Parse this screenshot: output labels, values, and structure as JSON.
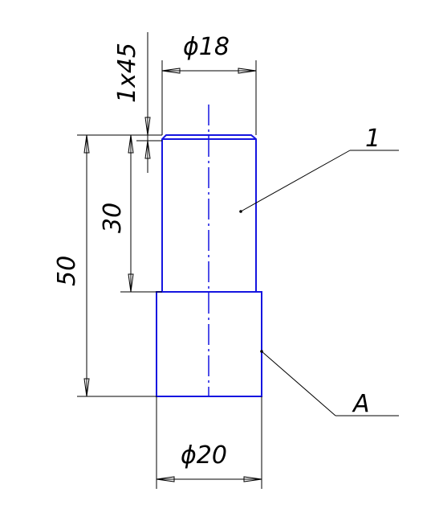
{
  "drawing": {
    "dimensions": {
      "top_diameter": "ϕ18",
      "bottom_diameter": "ϕ20",
      "chamfer": "1x45",
      "upper_length": "30",
      "total_length": "50"
    },
    "callouts": {
      "part_number": "1",
      "view_label": "A"
    },
    "colors": {
      "contour": "#1515e0",
      "dimension_lines": "#000000"
    }
  }
}
